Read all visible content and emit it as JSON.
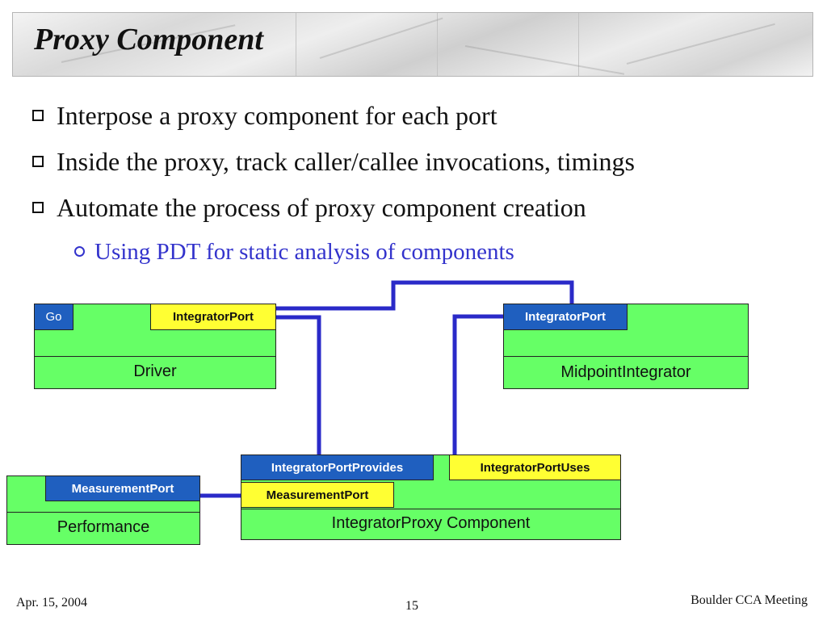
{
  "slide": {
    "title": "Proxy Component",
    "bullets": [
      "Interpose a proxy component for each port",
      "Inside the proxy, track caller/callee invocations, timings",
      "Automate the process of proxy component creation"
    ],
    "sub_bullet": "Using PDT for static analysis of components"
  },
  "diagram": {
    "driver": {
      "name": "Driver",
      "port_go": "Go",
      "port_integrator": "IntegratorPort"
    },
    "midpoint": {
      "name": "MidpointIntegrator",
      "port_integrator": "IntegratorPort"
    },
    "proxy": {
      "name": "IntegratorProxy Component",
      "port_provides": "IntegratorPortProvides",
      "port_uses": "IntegratorPortUses",
      "port_measurement": "MeasurementPort"
    },
    "performance": {
      "name": "Performance",
      "port_measurement": "MeasurementPort"
    },
    "colors": {
      "component": "#66ff66",
      "provides_port": "#1f5fbf",
      "uses_port": "#ffff33",
      "wire": "#2a2ac8"
    }
  },
  "footer": {
    "date": "Apr. 15, 2004",
    "page": "15",
    "event": "Boulder CCA Meeting"
  }
}
